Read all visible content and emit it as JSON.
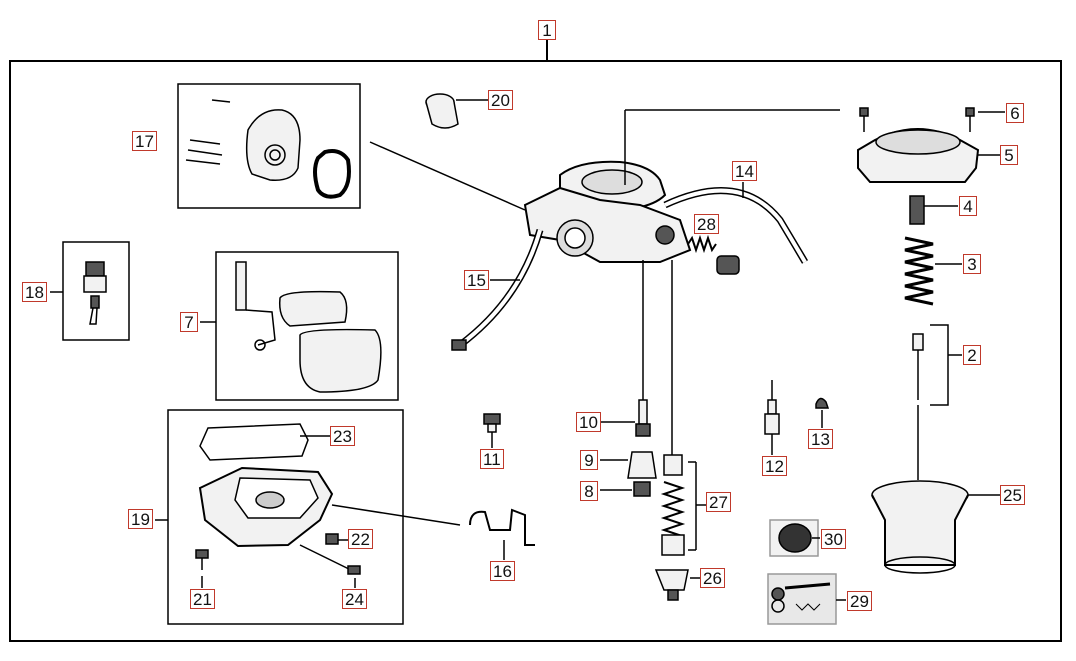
{
  "diagram": {
    "labels": {
      "p1": "1",
      "p2": "2",
      "p3": "3",
      "p4": "4",
      "p5": "5",
      "p6": "6",
      "p7": "7",
      "p8": "8",
      "p9": "9",
      "p10": "10",
      "p11": "11",
      "p12": "12",
      "p13": "13",
      "p14": "14",
      "p15": "15",
      "p16": "16",
      "p17": "17",
      "p18": "18",
      "p19": "19",
      "p20": "20",
      "p21": "21",
      "p22": "22",
      "p23": "23",
      "p24": "24",
      "p25": "25",
      "p26": "26",
      "p27": "27",
      "p28": "28",
      "p29": "29",
      "p30": "30"
    },
    "colors": {
      "line": "#000000",
      "label_border": "#c0392b",
      "part_fill": "#f2f2f2",
      "part_dark": "#555555"
    }
  }
}
